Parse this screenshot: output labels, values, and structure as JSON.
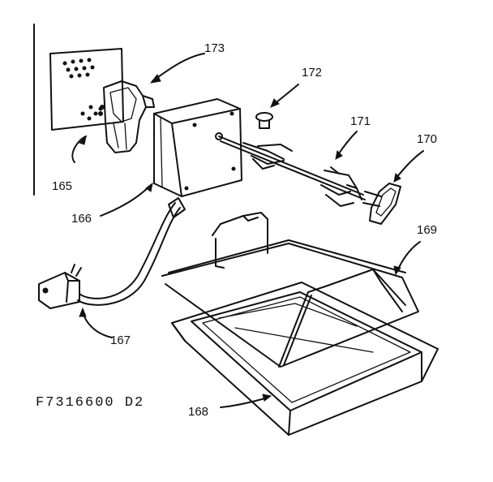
{
  "diagram": {
    "drawing_number": "F7316600 D2",
    "callouts": [
      {
        "id": "165",
        "label": "165"
      },
      {
        "id": "166",
        "label": "166"
      },
      {
        "id": "167",
        "label": "167"
      },
      {
        "id": "168",
        "label": "168"
      },
      {
        "id": "169",
        "label": "169"
      },
      {
        "id": "170",
        "label": "170"
      },
      {
        "id": "171",
        "label": "171"
      },
      {
        "id": "172",
        "label": "172"
      },
      {
        "id": "173",
        "label": "173"
      }
    ]
  }
}
